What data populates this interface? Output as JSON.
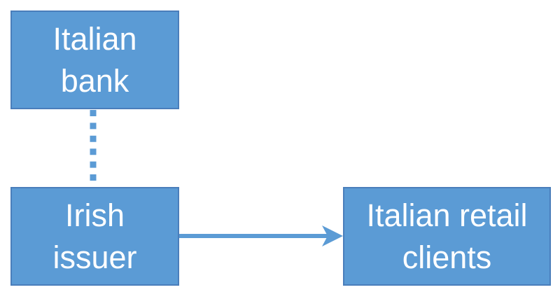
{
  "diagram": {
    "boxes": [
      {
        "id": "italian-bank",
        "lines": [
          "Italian",
          "bank"
        ]
      },
      {
        "id": "irish-issuer",
        "lines": [
          "Irish",
          "issuer"
        ]
      },
      {
        "id": "italian-retail-clients",
        "lines": [
          "Italian retail",
          "clients"
        ]
      }
    ],
    "connectors": [
      {
        "from": "italian-bank",
        "to": "irish-issuer",
        "style": "dotted",
        "direction": "vertical",
        "arrowhead": "none"
      },
      {
        "from": "irish-issuer",
        "to": "italian-retail-clients",
        "style": "solid",
        "direction": "horizontal",
        "arrowhead": "arrow"
      }
    ],
    "colors": {
      "box_fill": "#5B9BD5",
      "box_border": "#4A7EBB",
      "text": "#FFFFFF",
      "connector": "#5B9BD5",
      "background": "#FFFFFF"
    }
  }
}
